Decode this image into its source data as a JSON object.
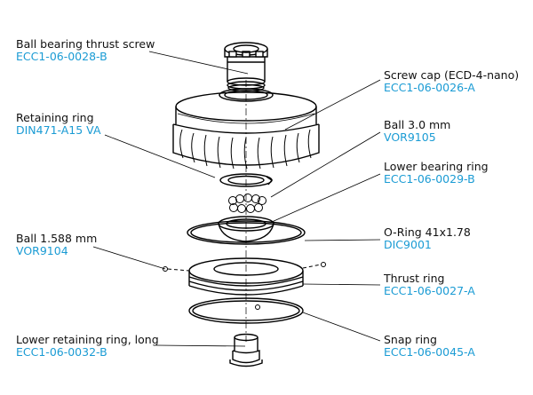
{
  "colors": {
    "part_number": "#1a9bd4",
    "name": "#111111",
    "line": "#000000"
  },
  "parts": [
    {
      "id": "ball-bearing-thrust-screw",
      "name": "Ball bearing thrust screw",
      "pn": "ECC1-06-0028-B"
    },
    {
      "id": "screw-cap",
      "name": "Screw cap (ECD-4-nano)",
      "pn": "ECC1-06-0026-A"
    },
    {
      "id": "retaining-ring",
      "name": "Retaining ring",
      "pn": "DIN471-A15 VA"
    },
    {
      "id": "ball-3",
      "name": "Ball 3.0 mm",
      "pn": "VOR9105"
    },
    {
      "id": "lower-bearing-ring",
      "name": "Lower bearing ring",
      "pn": "ECC1-06-0029-B"
    },
    {
      "id": "ball-1588",
      "name": "Ball 1.588 mm",
      "pn": "VOR9104"
    },
    {
      "id": "o-ring",
      "name": "O-Ring 41x1.78",
      "pn": "DIC9001"
    },
    {
      "id": "thrust-ring",
      "name": "Thrust ring",
      "pn": "ECC1-06-0027-A"
    },
    {
      "id": "lower-retaining-ring",
      "name": "Lower retaining ring, long",
      "pn": "ECC1-06-0032-B"
    },
    {
      "id": "snap-ring",
      "name": "Snap ring",
      "pn": "ECC1-06-0045-A"
    }
  ]
}
